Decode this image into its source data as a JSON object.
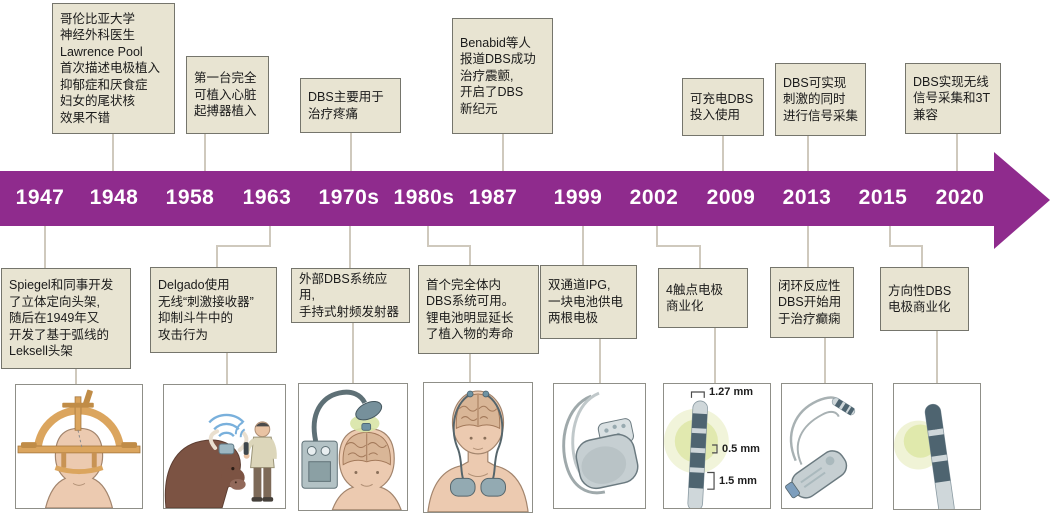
{
  "timeline": {
    "arrow_color": "#8F2B8D",
    "years": [
      "1947",
      "1948",
      "1958",
      "1963",
      "1970s",
      "1980s",
      "1987",
      "1999",
      "2002",
      "2009",
      "2013",
      "2015",
      "2020"
    ]
  },
  "top_events": [
    {
      "year": "1948",
      "text": "哥伦比亚大学\n神经外科医生\nLawrence Pool\n首次描述电极植入\n抑郁症和厌食症\n妇女的尾状核\n效果不错"
    },
    {
      "year": "1958",
      "text": "第一台完全\n可植入心脏\n起搏器植入"
    },
    {
      "year": "1970s",
      "text": "DBS主要用于\n治疗疼痛"
    },
    {
      "year": "1987",
      "text": "Benabid等人\n报道DBS成功\n治疗震颤,\n开启了DBS\n新纪元"
    },
    {
      "year": "2009",
      "text": "可充电DBS\n投入使用"
    },
    {
      "year": "2013",
      "text": "DBS可实现\n刺激的同时\n进行信号采集"
    },
    {
      "year": "2020",
      "text": "DBS实现无线\n信号采集和3T\n兼容"
    }
  ],
  "bottom_events": [
    {
      "year": "1947",
      "text": "Spiegel和同事开发\n了立体定向头架,\n随后在1949年又\n开发了基于弧线的\nLeksell头架"
    },
    {
      "year": "1963",
      "text": "Delgado使用\n无线“刺激接收器”\n抑制斗牛中的\n攻击行为"
    },
    {
      "year": "1970s",
      "text": "外部DBS系统应用,\n手持式射频发射器"
    },
    {
      "year": "1980s",
      "text": "首个完全体内\nDBS系统可用。\n锂电池明显延长\n了植入物的寿命"
    },
    {
      "year": "1999",
      "text": "双通道IPG,\n一块电池供电\n两根电极"
    },
    {
      "year": "2002",
      "text": "4触点电极\n商业化"
    },
    {
      "year": "2013",
      "text": "闭环反应性\nDBS开始用\n于治疗癫痫"
    },
    {
      "year": "2015",
      "text": "方向性DBS\n电极商业化"
    }
  ],
  "electrode_labels": {
    "diameter": "1.27 mm",
    "gap": "0.5 mm",
    "contact": "1.5 mm"
  },
  "illustrations": [
    {
      "name": "stereotactic-head-frame"
    },
    {
      "name": "bull-wireless-stimulation"
    },
    {
      "name": "external-dbs-transmitter"
    },
    {
      "name": "fully-implanted-dbs-system"
    },
    {
      "name": "dual-channel-ipg"
    },
    {
      "name": "quadripolar-electrode"
    },
    {
      "name": "closed-loop-dbs-device"
    },
    {
      "name": "directional-electrode"
    }
  ],
  "colors": {
    "event_box_bg": "#E8E4D2",
    "event_box_border": "#75756C",
    "connector": "#CFC9BD",
    "glow": "#DDE6A4"
  }
}
